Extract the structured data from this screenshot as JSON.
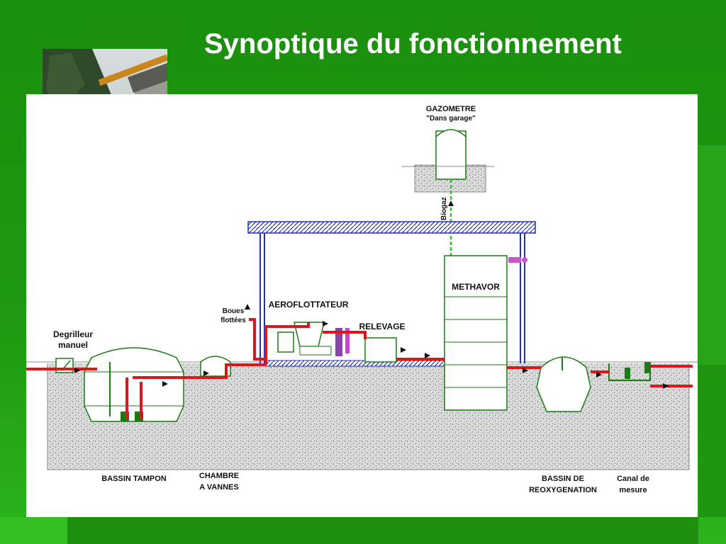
{
  "slide": {
    "title": "Synoptique du fonctionnement"
  },
  "diagram": {
    "gazometre": "GAZOMETRE",
    "gazometre_sub": "\"Dans garage\"",
    "biogaz": "Biogaz",
    "methavor": "METHAVOR",
    "aeroflottateur": "AEROFLOTTATEUR",
    "relevage": "RELEVAGE",
    "boues_line1": "Boues",
    "boues_line2": "flottées",
    "degrilleur_line1": "Degrilleur",
    "degrilleur_line2": "manuel",
    "bassin_tampon": "BASSIN TAMPON",
    "chambre_line1": "CHAMBRE",
    "chambre_line2": "A VANNES",
    "bassin_reox_line1": "BASSIN DE",
    "bassin_reox_line2": "REOXYGENATION",
    "canal_line1": "Canal de",
    "canal_line2": "mesure"
  },
  "colors": {
    "pipe_red": "#e0141b",
    "structure_green": "#1a7a12",
    "roof_blue": "#2233aa",
    "biogas_green": "#22cc22",
    "soil_grey": "#dcdcdc"
  }
}
